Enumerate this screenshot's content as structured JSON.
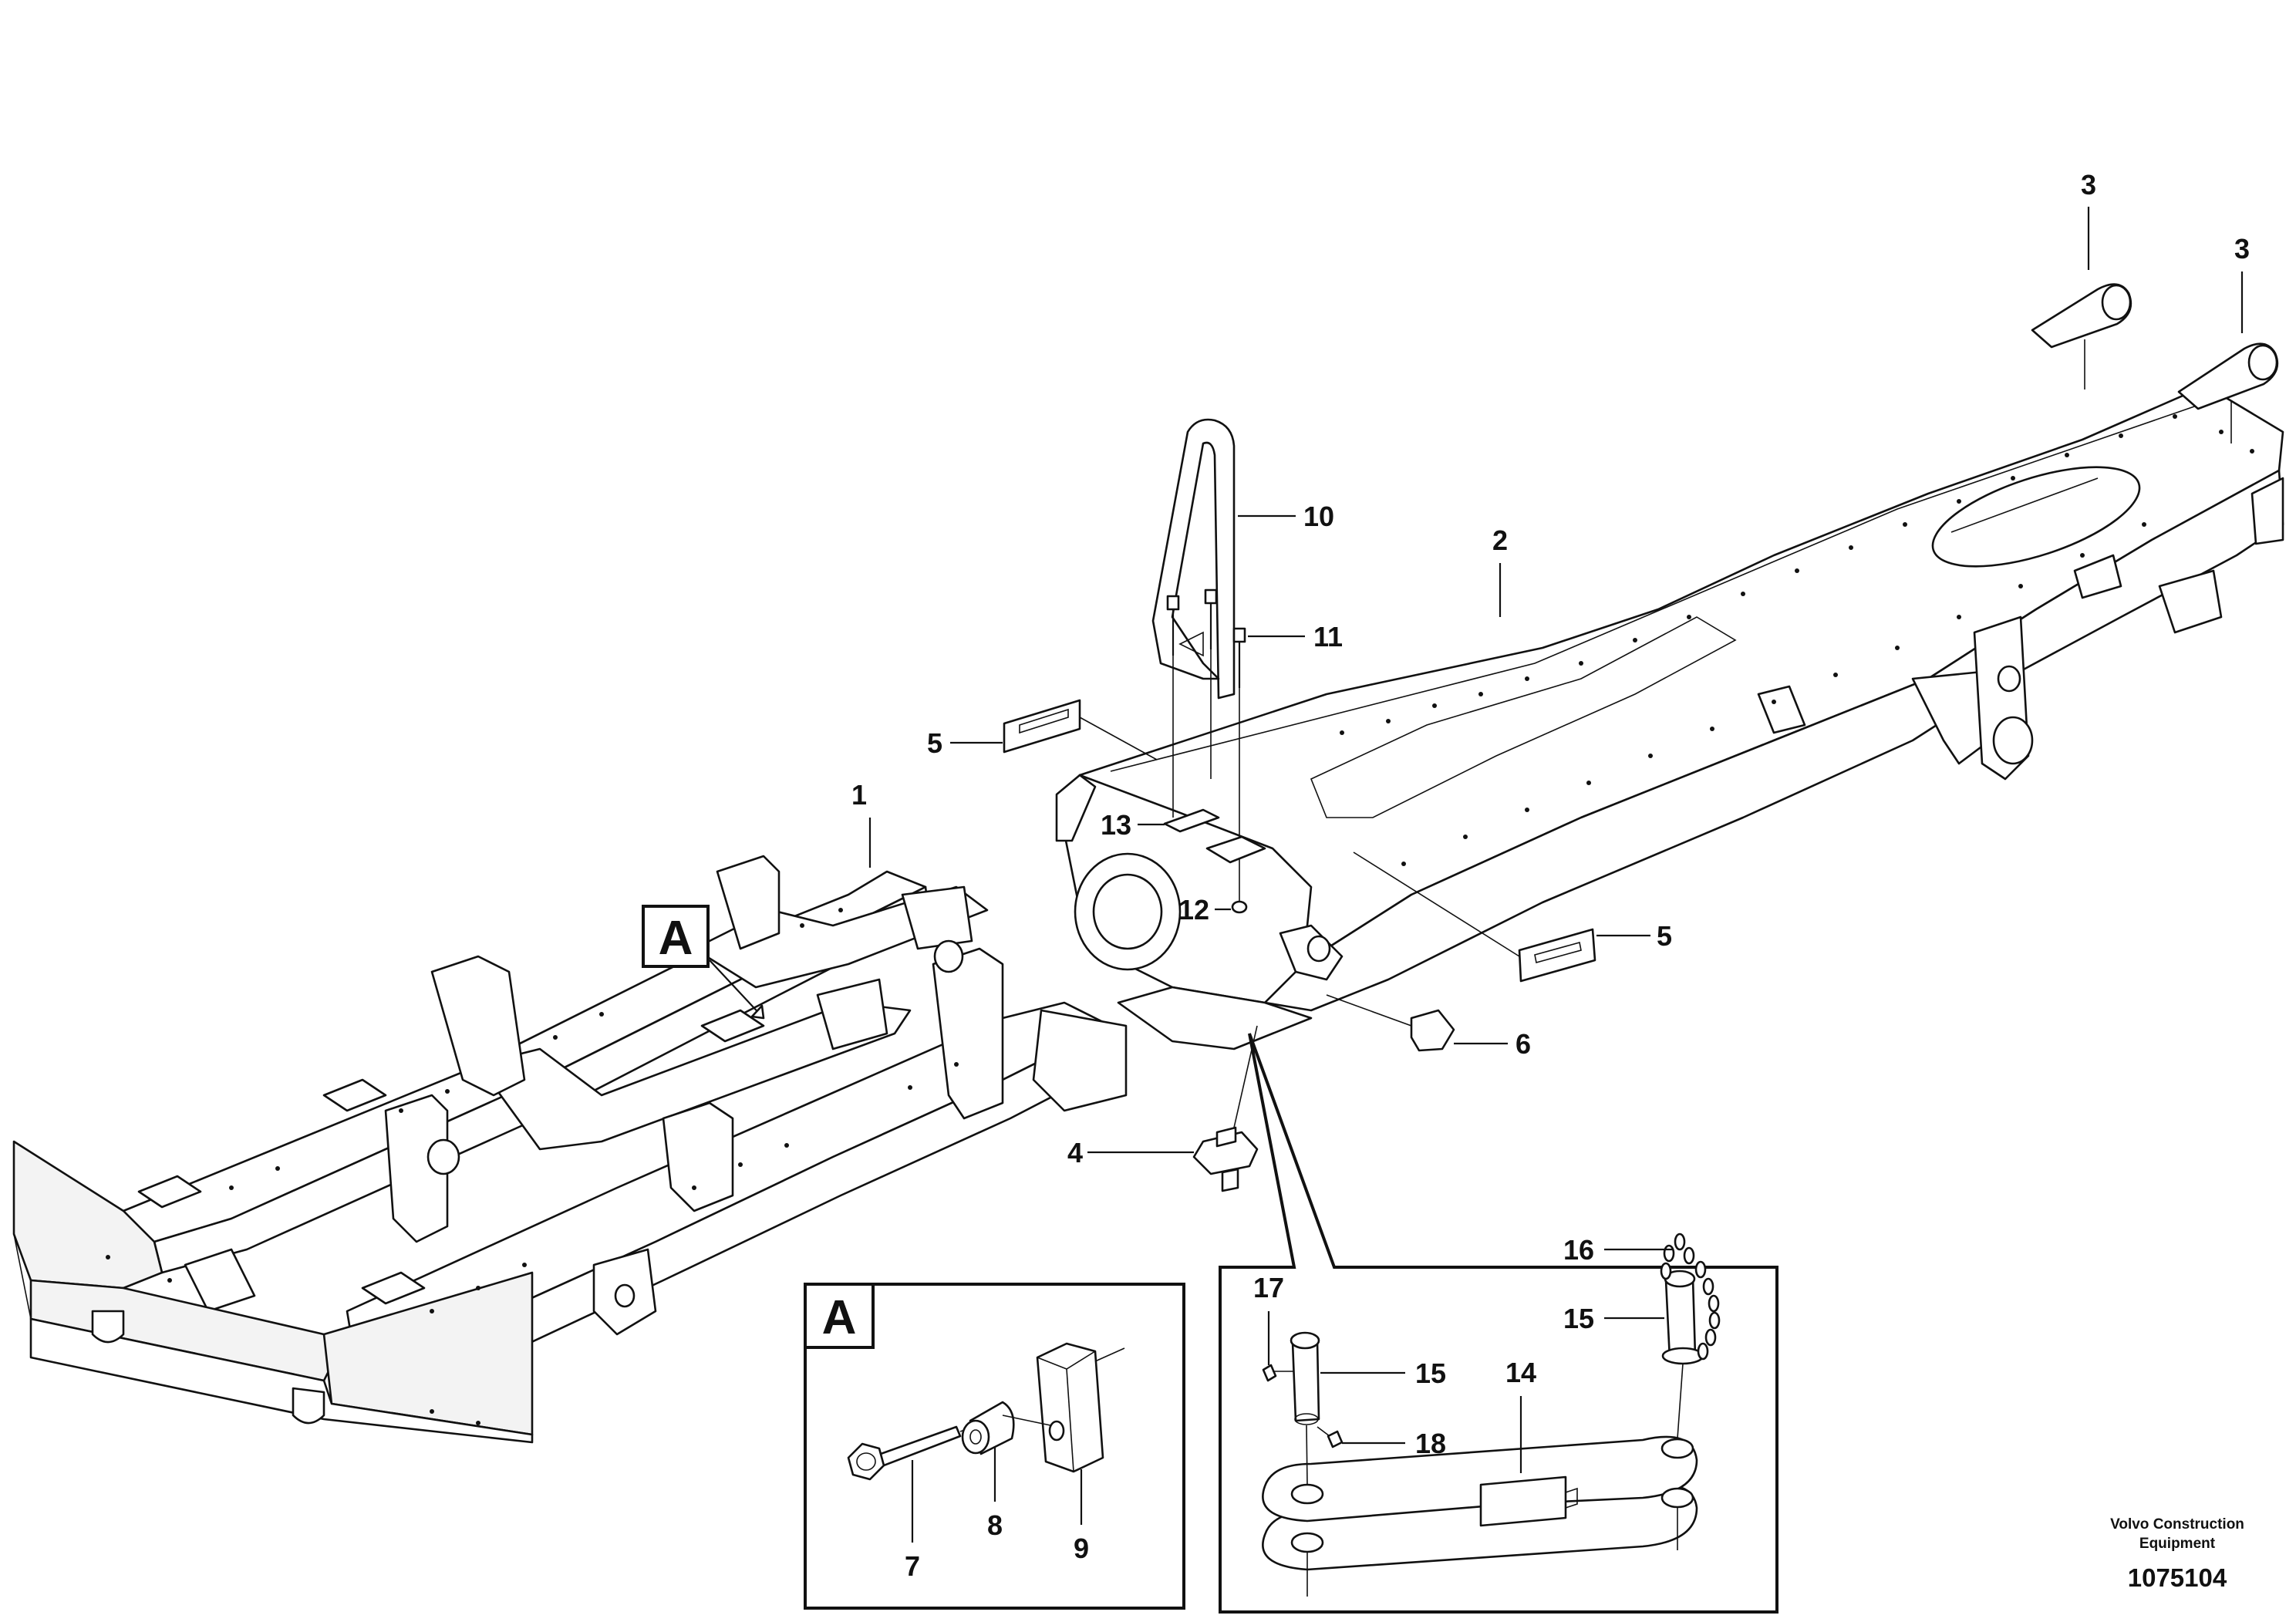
{
  "callouts": {
    "c1": "1",
    "c2": "2",
    "c3a": "3",
    "c3b": "3",
    "c4": "4",
    "c5a": "5",
    "c5b": "5",
    "c6": "6",
    "c7": "7",
    "c8": "8",
    "c9": "9",
    "c10": "10",
    "c11": "11",
    "c12": "12",
    "c13": "13",
    "c14": "14",
    "c15a": "15",
    "c15b": "15",
    "c16": "16",
    "c17": "17",
    "c18": "18"
  },
  "view_marker": "A",
  "detail_label": "A",
  "brand_line1": "Volvo Construction",
  "brand_line2": "Equipment",
  "figure_number": "1075104"
}
